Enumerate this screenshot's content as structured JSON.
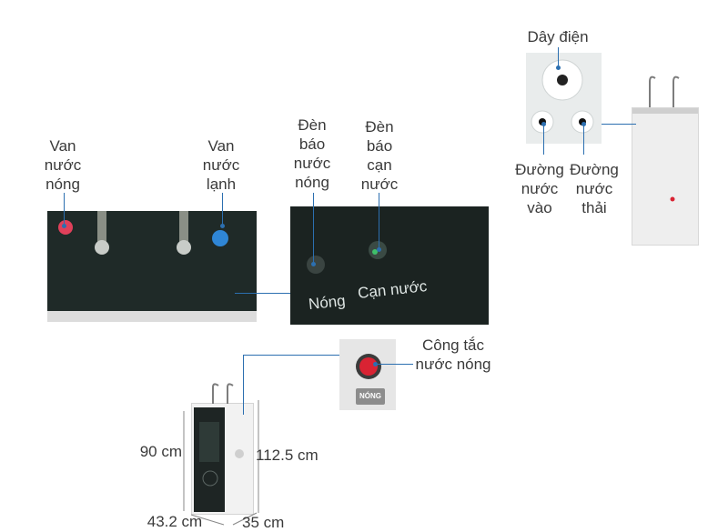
{
  "labels": {
    "hot_valve": [
      "Van",
      "nước",
      "nóng"
    ],
    "cold_valve": [
      "Van",
      "nước",
      "lạnh"
    ],
    "hot_light": [
      "Đèn",
      "báo",
      "nước",
      "nóng"
    ],
    "empty_light": [
      "Đèn",
      "báo",
      "cạn",
      "nước"
    ],
    "power_cord": "Dây điện",
    "water_inlet": [
      "Đường",
      "nước",
      "vào"
    ],
    "water_outlet": [
      "Đường",
      "nước",
      "thải"
    ],
    "hot_switch": [
      "Công tắc",
      "nước nóng"
    ]
  },
  "panel_text": {
    "hot": "Nóng",
    "empty": "Cạn nước",
    "switch_button": "NÓNG"
  },
  "dimensions": {
    "height_body": "90 cm",
    "height_total": "112.5 cm",
    "width": "43.2 cm",
    "depth": "35 cm"
  },
  "colors": {
    "leader_line": "#2c6fb0",
    "hot_valve": "#e0405a",
    "cold_valve": "#2f86d6",
    "switch": "#d92333",
    "panel": "#1f2a28"
  }
}
